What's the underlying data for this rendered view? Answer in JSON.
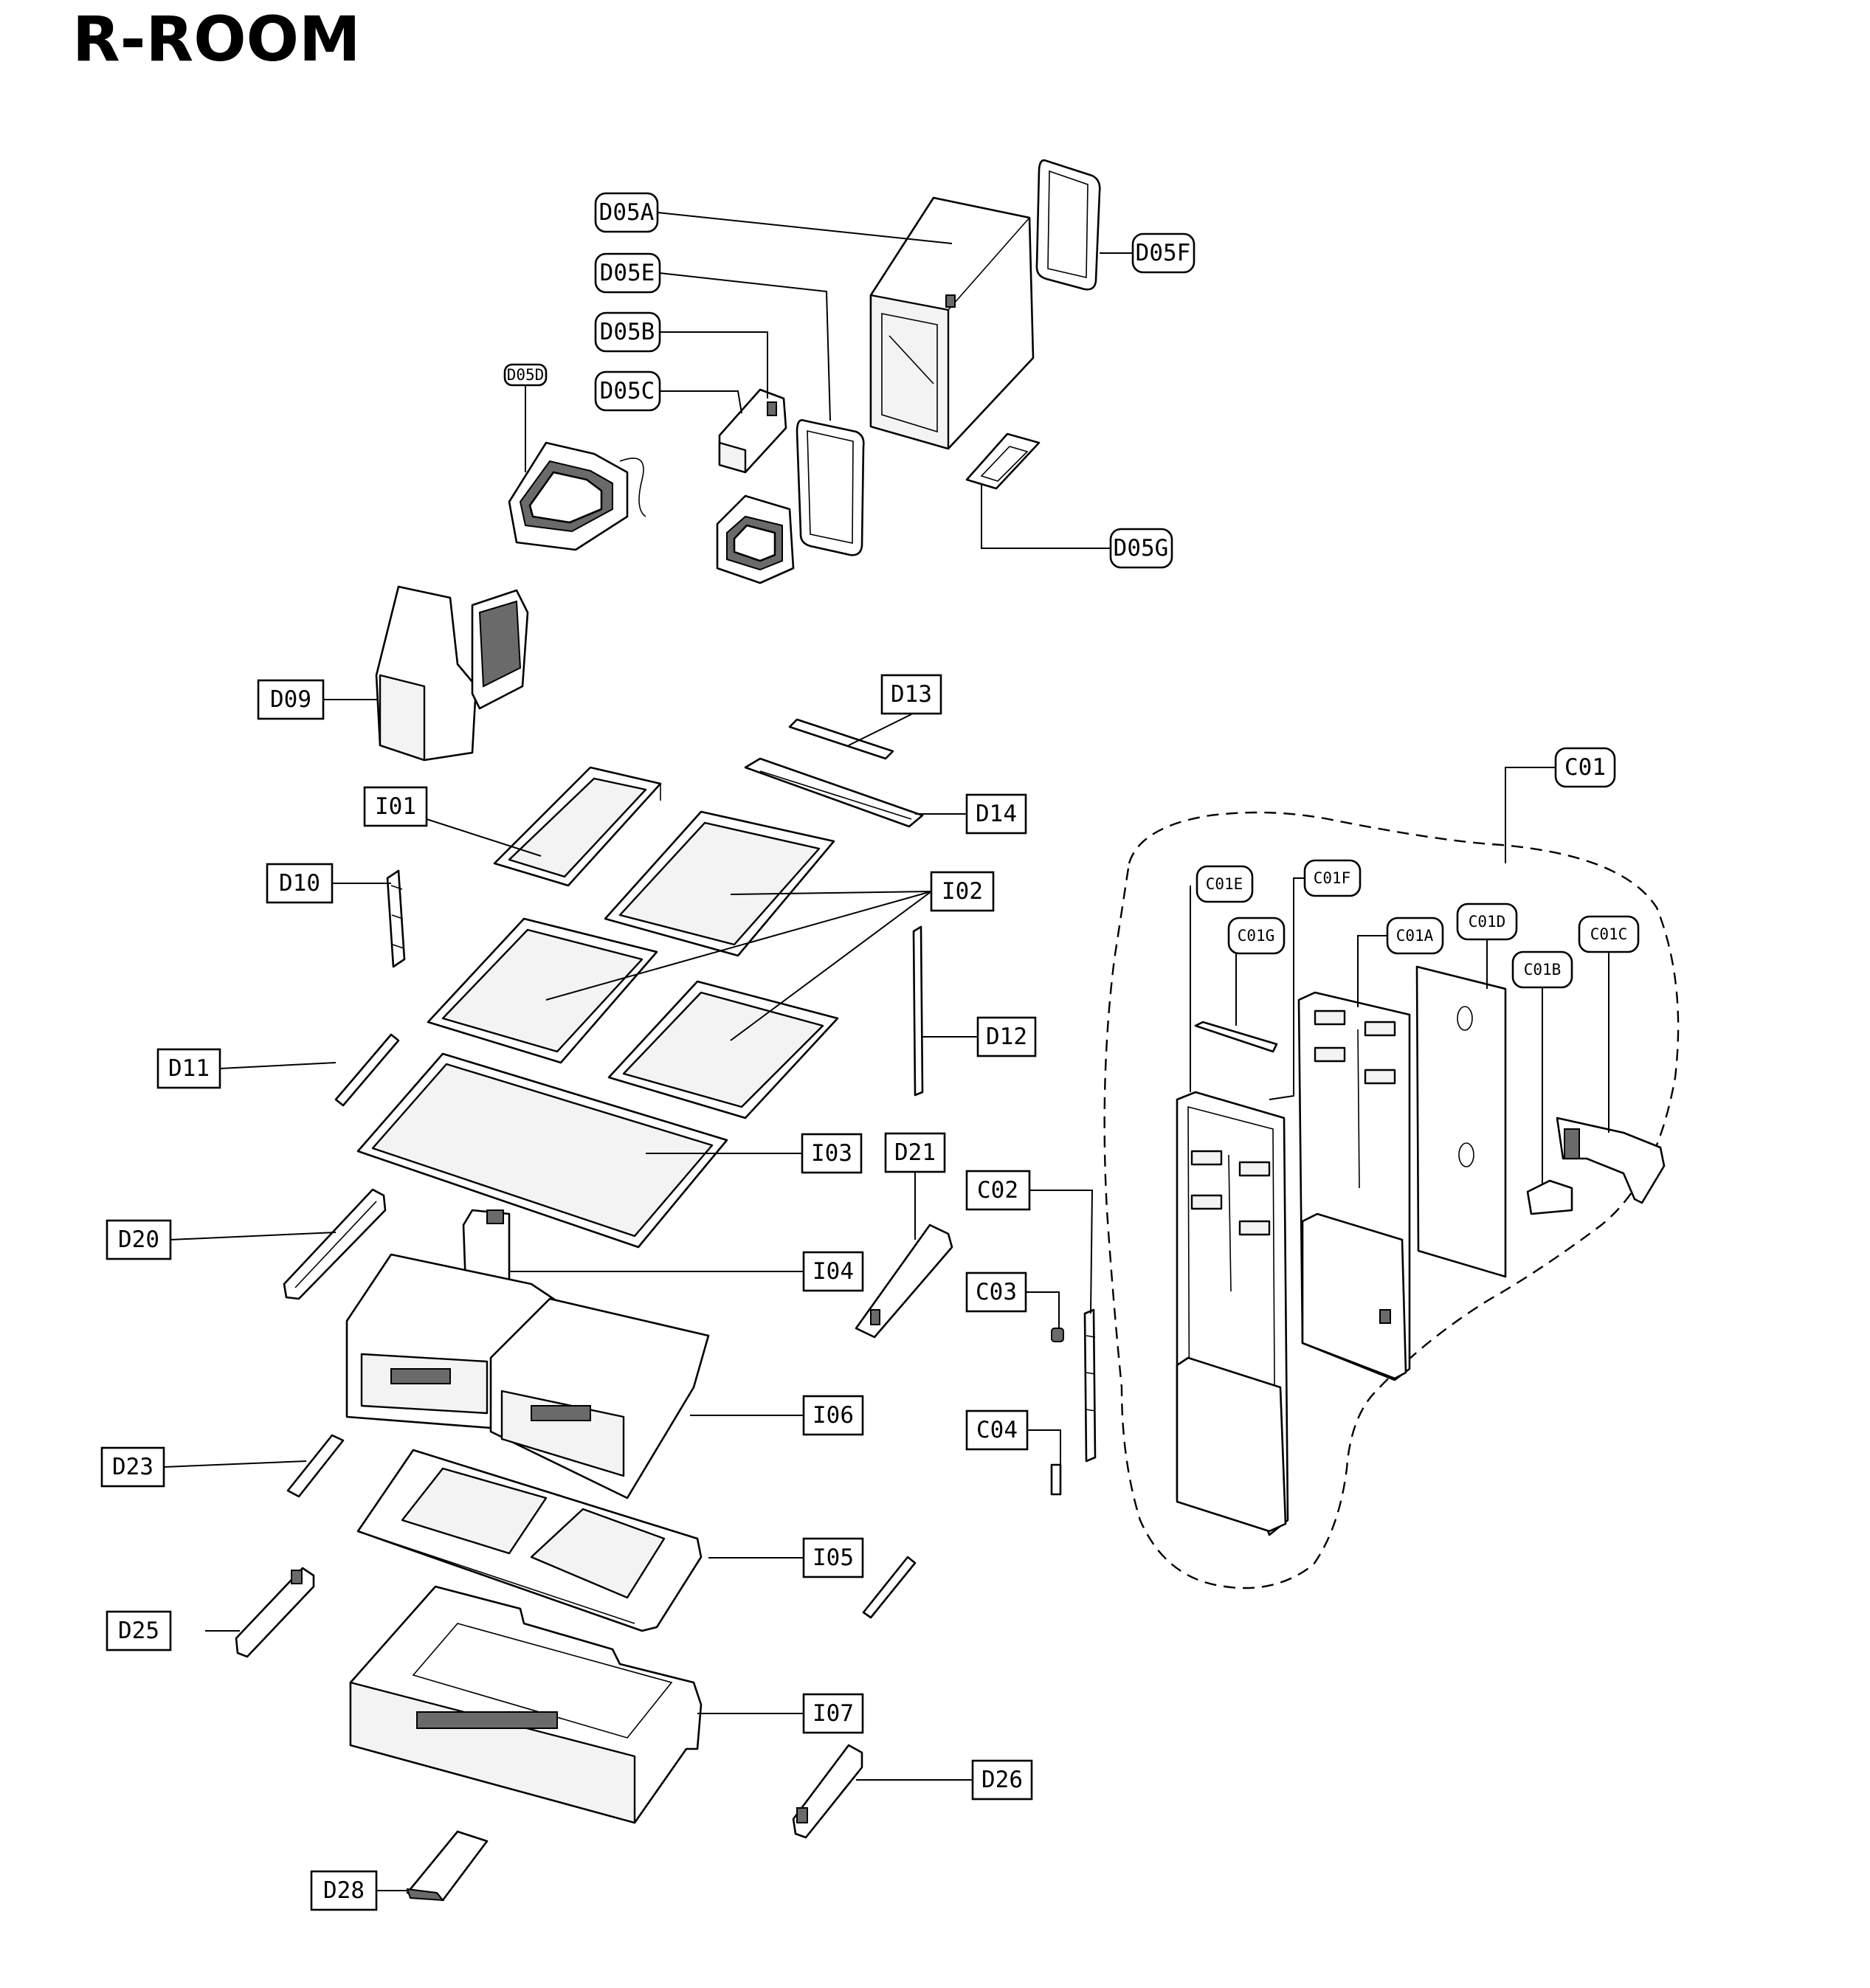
{
  "title": "R-ROOM",
  "parts": [
    {
      "id": "part-d05a",
      "label": "D05A"
    },
    {
      "id": "part-d05e",
      "label": "D05E"
    },
    {
      "id": "part-d05b",
      "label": "D05B"
    },
    {
      "id": "part-d05c",
      "label": "D05C"
    },
    {
      "id": "part-d05d",
      "label": "D05D"
    },
    {
      "id": "part-d05f",
      "label": "D05F"
    },
    {
      "id": "part-d05g",
      "label": "D05G"
    },
    {
      "id": "part-d09",
      "label": "D09"
    },
    {
      "id": "part-d13",
      "label": "D13"
    },
    {
      "id": "part-d14",
      "label": "D14"
    },
    {
      "id": "part-i01",
      "label": "I01"
    },
    {
      "id": "part-i02",
      "label": "I02"
    },
    {
      "id": "part-d10",
      "label": "D10"
    },
    {
      "id": "part-d12",
      "label": "D12"
    },
    {
      "id": "part-d11",
      "label": "D11"
    },
    {
      "id": "part-i03",
      "label": "I03"
    },
    {
      "id": "part-d21",
      "label": "D21"
    },
    {
      "id": "part-c02",
      "label": "C02"
    },
    {
      "id": "part-d20",
      "label": "D20"
    },
    {
      "id": "part-i04",
      "label": "I04"
    },
    {
      "id": "part-c03",
      "label": "C03"
    },
    {
      "id": "part-i06",
      "label": "I06"
    },
    {
      "id": "part-c04",
      "label": "C04"
    },
    {
      "id": "part-d23",
      "label": "D23"
    },
    {
      "id": "part-i05",
      "label": "I05"
    },
    {
      "id": "part-d25",
      "label": "D25"
    },
    {
      "id": "part-i07",
      "label": "I07"
    },
    {
      "id": "part-d26",
      "label": "D26"
    },
    {
      "id": "part-d28",
      "label": "D28"
    },
    {
      "id": "part-c01",
      "label": "C01"
    },
    {
      "id": "part-c01e",
      "label": "C01E"
    },
    {
      "id": "part-c01f",
      "label": "C01F"
    },
    {
      "id": "part-c01g",
      "label": "C01G"
    },
    {
      "id": "part-c01a",
      "label": "C01A"
    },
    {
      "id": "part-c01d",
      "label": "C01D"
    },
    {
      "id": "part-c01b",
      "label": "C01B"
    },
    {
      "id": "part-c01c",
      "label": "C01C"
    }
  ]
}
